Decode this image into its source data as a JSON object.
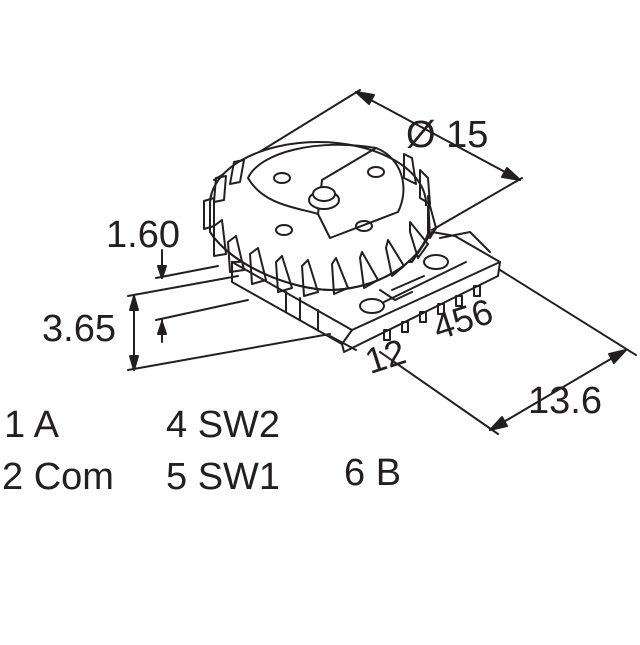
{
  "dimensions": {
    "diameter": "Ø 15",
    "height_total": "3.65",
    "height_body": "1.60",
    "depth": "13.6"
  },
  "pin_numbers": {
    "front_left": "12",
    "front_right": "456"
  },
  "legend": [
    {
      "pin": "1",
      "name": "A"
    },
    {
      "pin": "4",
      "name": "SW2"
    },
    {
      "pin": "2",
      "name": "Com"
    },
    {
      "pin": "5",
      "name": "SW1"
    },
    {
      "pin": "6",
      "name": "B"
    }
  ],
  "colors": {
    "line": "#231f20",
    "background": "#ffffff"
  }
}
